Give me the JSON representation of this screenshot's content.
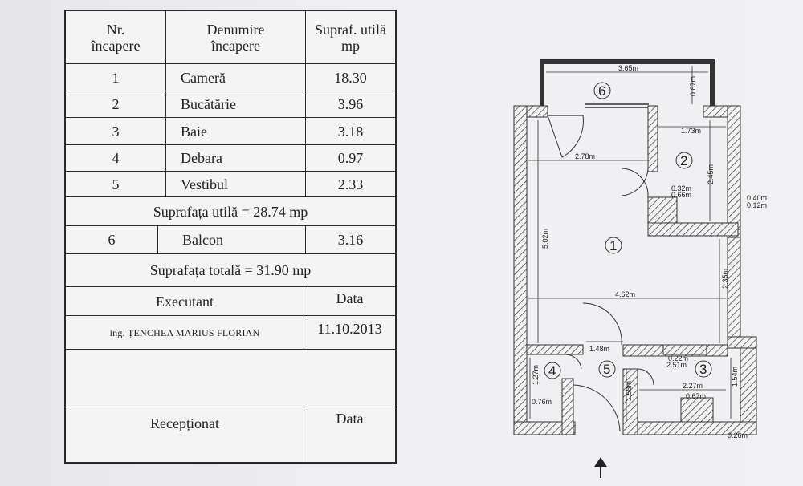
{
  "table": {
    "header": {
      "col1": [
        "Nr.",
        "încapere"
      ],
      "col2": [
        "Denumire",
        "încapere"
      ],
      "col3": [
        "Supraf. utilă",
        "mp"
      ]
    },
    "rooms": [
      {
        "nr": "1",
        "name": "Cameră",
        "area": "18.30"
      },
      {
        "nr": "2",
        "name": "Bucătărie",
        "area": "3.96"
      },
      {
        "nr": "3",
        "name": "Baie",
        "area": "3.18"
      },
      {
        "nr": "4",
        "name": "Debara",
        "area": "0.97"
      },
      {
        "nr": "5",
        "name": "Vestibul",
        "area": "2.33"
      }
    ],
    "useful_area": "Suprafața utilă  = 28.74 mp",
    "balcony": {
      "nr": "6",
      "name": "Balcon",
      "area": "3.16"
    },
    "total_area": "Suprafața totală  = 31.90 mp",
    "executant_label": "Executant",
    "date_label": "Data",
    "executant_name": "ing. ȚENCHEA MARIUS FLORIAN",
    "executant_date": "11.10.2013",
    "receptionat_label": "Recepționat",
    "receptionat_date_label": "Data"
  },
  "plan": {
    "rooms": [
      "1",
      "2",
      "3",
      "4",
      "5",
      "6"
    ],
    "dimensions": {
      "d1": "3.65m",
      "d2": "0.87m",
      "d3": "1.73m",
      "d4": "2.78m",
      "d5": "2.45m",
      "d6": "0.32m",
      "d7": "0.66m",
      "d8": "0.40m",
      "d9": "0.12m",
      "d10": "5.02m",
      "d11": "4.62m",
      "d12": "2.35m",
      "d13": "1.48m",
      "d14": "0.22m",
      "d15": "2.51m",
      "d16": "1.27m",
      "d17": "1.58m",
      "d18": "1.54m",
      "d19": "2.27m",
      "d20": "0.67m",
      "d21": "0.76m",
      "d22": "0.26m"
    }
  }
}
